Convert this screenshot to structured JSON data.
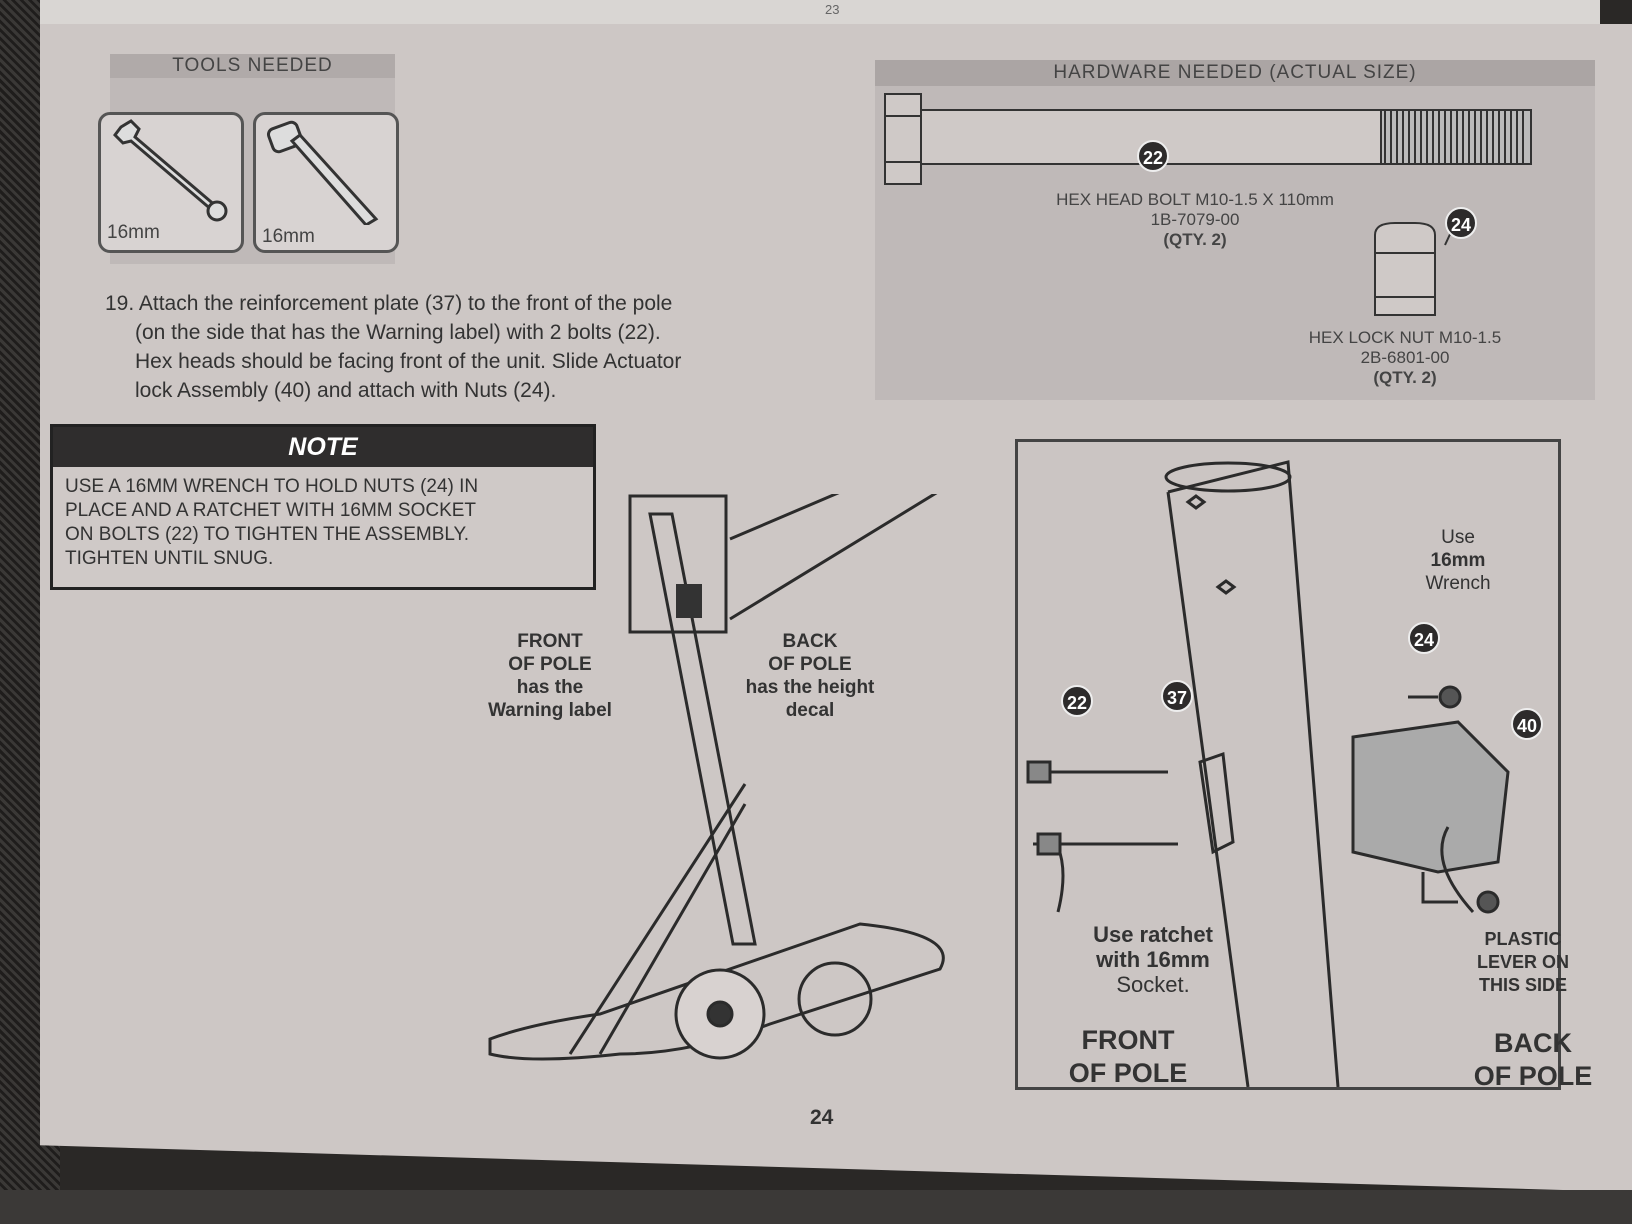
{
  "top_page": {
    "number": "23"
  },
  "tools": {
    "heading": "TOOLS NEEDED",
    "items": [
      {
        "icon": "wrench-icon",
        "size": "16mm"
      },
      {
        "icon": "ratchet-icon",
        "size": "16mm"
      }
    ]
  },
  "hardware": {
    "heading": "HARDWARE NEEDED  (ACTUAL SIZE)",
    "bolt": {
      "badge": "22",
      "name": "HEX HEAD BOLT M10-1.5 X 110mm",
      "part": "1B-7079-00",
      "qty": "(QTY. 2)"
    },
    "nut": {
      "badge": "24",
      "name": "HEX LOCK NUT M10-1.5",
      "part": "2B-6801-00",
      "qty": "(QTY. 2)"
    }
  },
  "step": {
    "lines": [
      "19. Attach the reinforcement plate (37) to the front of the pole",
      "(on the side that has the Warning label) with 2 bolts (22).",
      "Hex heads should be facing front of the unit.  Slide Actuator",
      "lock Assembly (40) and attach with Nuts (24)."
    ]
  },
  "note": {
    "heading": "NOTE",
    "lines": [
      "USE A 16MM WRENCH TO HOLD NUTS (24) IN",
      "PLACE AND A RATCHET WITH 16MM SOCKET",
      "ON BOLTS (22) TO TIGHTEN THE ASSEMBLY.",
      "TIGHTEN UNTIL SNUG."
    ]
  },
  "overview_labels": {
    "front": [
      "FRONT",
      "OF POLE",
      "has the",
      "Warning label"
    ],
    "back": [
      "BACK",
      "OF POLE",
      "has the height",
      "decal"
    ]
  },
  "detail": {
    "badges": {
      "bolt": "22",
      "plate": "37",
      "nut": "24",
      "actuator": "40"
    },
    "use_wrench": [
      "Use",
      "16mm",
      "Wrench"
    ],
    "use_ratchet": [
      "Use ratchet",
      "with 16mm",
      "Socket."
    ],
    "plastic_lever": [
      "PLASTIC",
      "LEVER ON",
      "THIS SIDE"
    ],
    "front_label": [
      "FRONT",
      "OF POLE"
    ],
    "back_label": [
      "BACK",
      "OF POLE"
    ]
  },
  "page_number": "24"
}
